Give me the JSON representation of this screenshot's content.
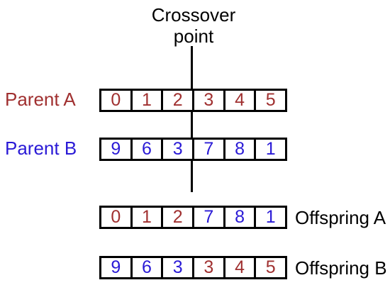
{
  "title": {
    "line1": "Crossover",
    "line2": "point"
  },
  "colors": {
    "red": "#a03030",
    "blue": "#2a1ad6",
    "black": "#000000"
  },
  "parents": [
    {
      "label": "Parent A",
      "genes": [
        "0",
        "1",
        "2",
        "3",
        "4",
        "5"
      ],
      "gene_colors": [
        "red",
        "red",
        "red",
        "red",
        "red",
        "red"
      ]
    },
    {
      "label": "Parent B",
      "genes": [
        "9",
        "6",
        "3",
        "7",
        "8",
        "1"
      ],
      "gene_colors": [
        "blue",
        "blue",
        "blue",
        "blue",
        "blue",
        "blue"
      ]
    }
  ],
  "offspring": [
    {
      "label": "Offspring A",
      "genes": [
        "0",
        "1",
        "2",
        "7",
        "8",
        "1"
      ],
      "gene_colors": [
        "red",
        "red",
        "red",
        "blue",
        "blue",
        "blue"
      ]
    },
    {
      "label": "Offspring B",
      "genes": [
        "9",
        "6",
        "3",
        "3",
        "4",
        "5"
      ],
      "gene_colors": [
        "blue",
        "blue",
        "blue",
        "red",
        "red",
        "red"
      ]
    }
  ]
}
